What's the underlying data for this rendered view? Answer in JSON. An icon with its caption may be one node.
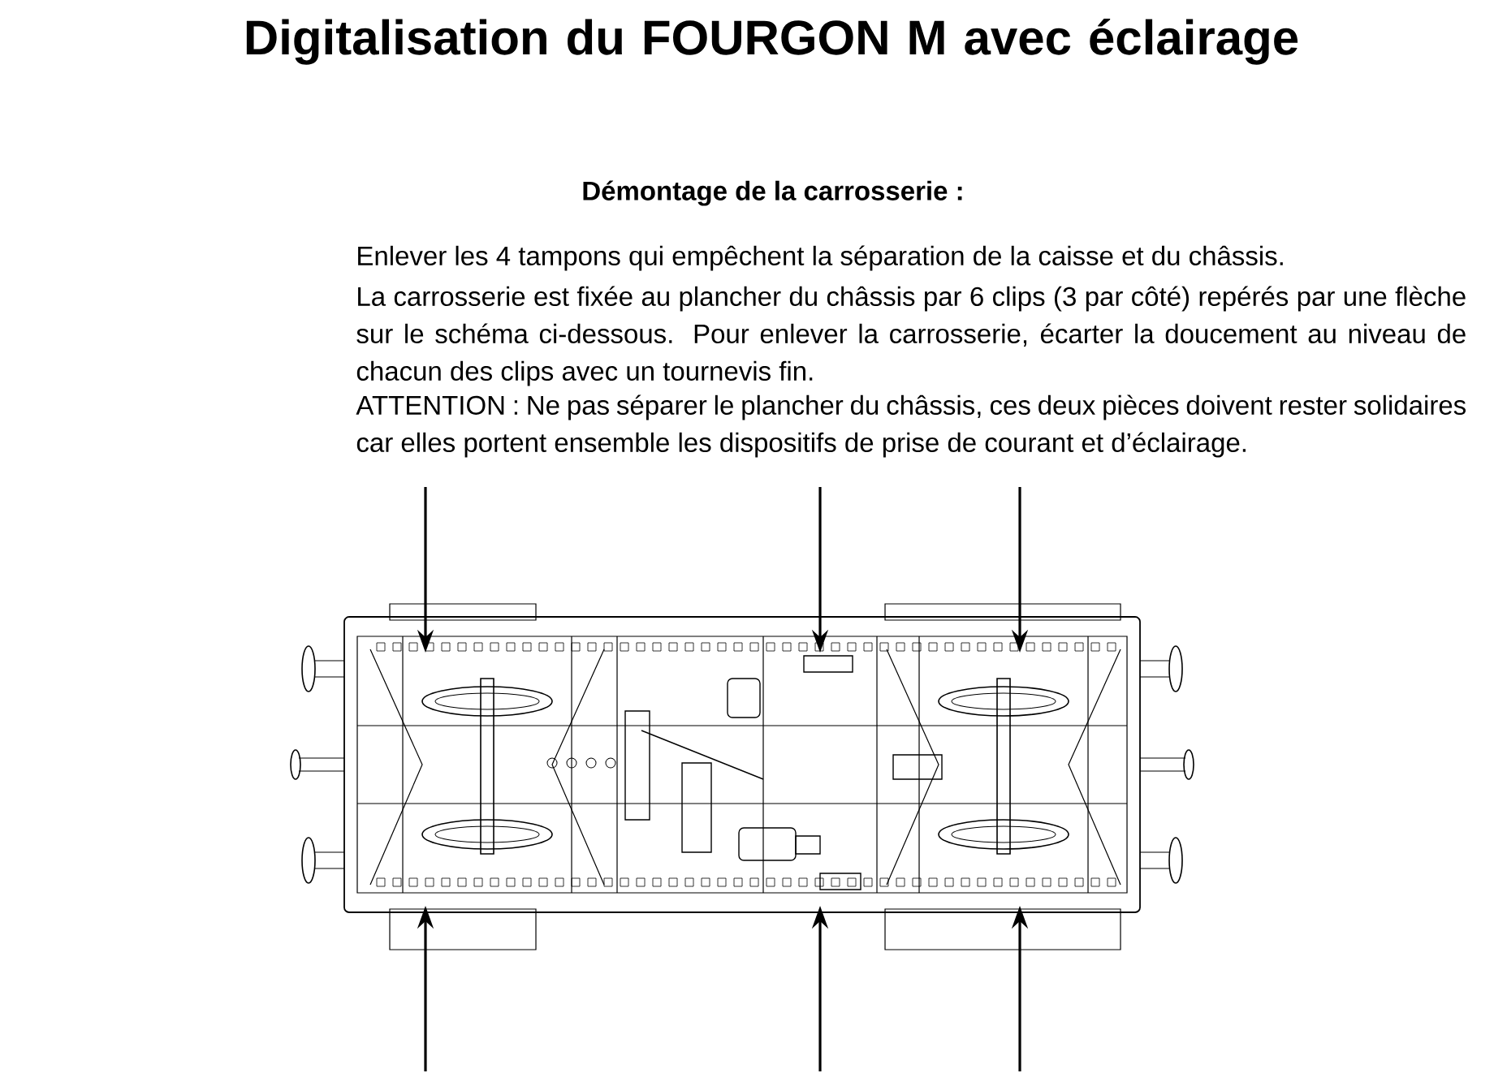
{
  "diagram": {
    "title": "Digitalisation du FOURGON M avec éclairage",
    "labels": [
      "Démontage de la carrosserie :",
      "Enlever les 4 tampons qui empêchent la séparation de la caisse et du châssis.",
      "La carrosserie est fixée au plancher du châssis par 6 clips (3 par côté) repérés par une flèche sur le schéma ci-dessous. Pour enlever la carrosserie, écarter la doucement au niveau de chacun des clips avec un tournevis fin.",
      "ATTENTION : Ne pas séparer le plancher du châssis, ces deux pièces doivent rester solidaires car elles portent ensemble les dispositifs de prise de courant et d’éclairage."
    ]
  }
}
